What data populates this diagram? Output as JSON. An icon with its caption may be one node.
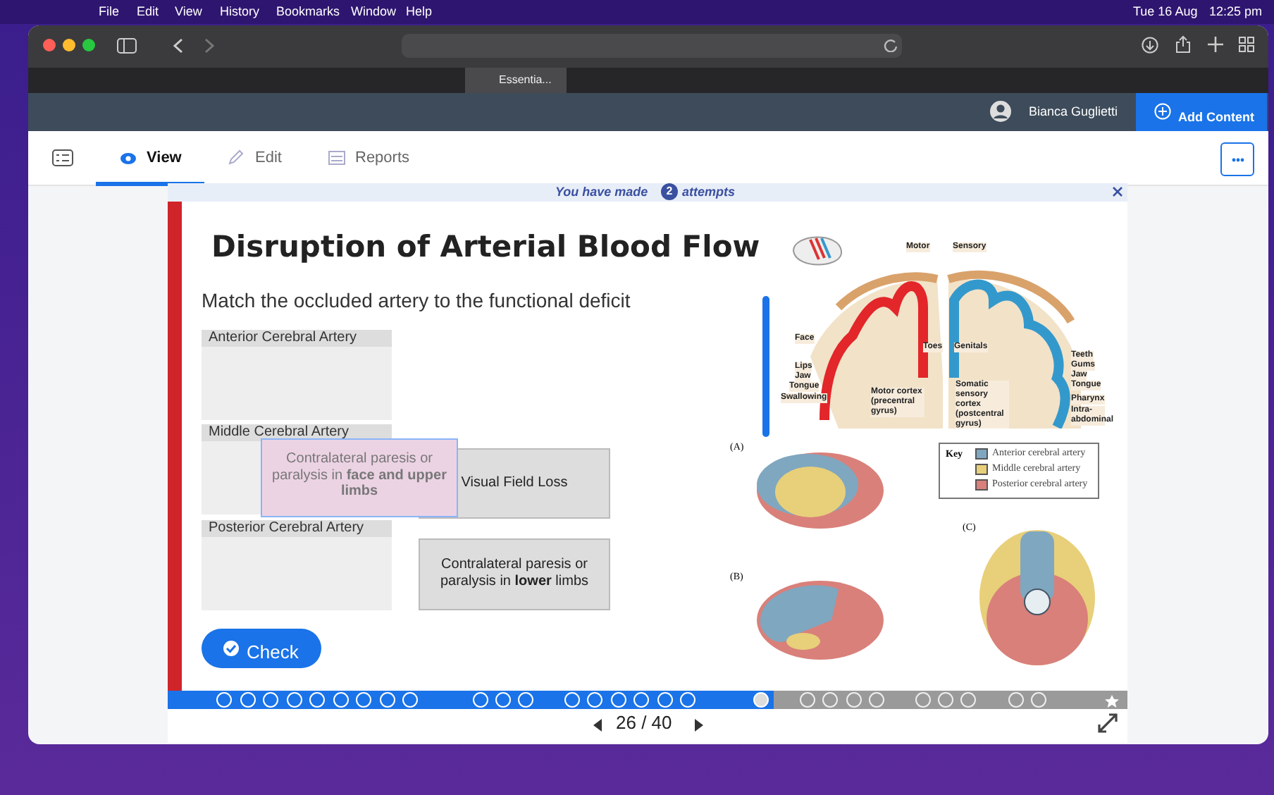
{
  "diagram": {
    "title": "Disruption of Arterial Blood Flow",
    "nodes": [
      {
        "text": [
          "Anterior Cerebral Artery"
        ]
      },
      {
        "text": [
          "Middle Cerebral Artery"
        ]
      },
      {
        "text": [
          "Posterior Cerebral Artery"
        ]
      }
    ],
    "labels": [
      "File",
      "Edit",
      "View",
      "History",
      "Bookmarks",
      "Window",
      "Help",
      "Tue 16 Aug",
      "12:25 pm",
      "Essentia...",
      "Bianca Guglietti",
      "Add Content",
      "View",
      "Edit",
      "Reports",
      "You have made",
      "2",
      "attempts",
      "Match the occluded artery to the functional deficit",
      "Contralateral paresis or paralysis in **face and upper limbs**",
      "Visual Field Loss",
      "Contralateral paresis or paralysis in **lower** limbs",
      "Check",
      "Motor",
      "Sensory",
      "Face",
      "Lips",
      "Jaw",
      "Tongue",
      "Swallowing",
      "Toes",
      "Genitals",
      "Motor cortex (precentral gyrus)",
      "Somatic sensory cortex (postcentral gyrus)",
      "Teeth",
      "Gums",
      "Jaw",
      "Tongue",
      "Pharynx",
      "Intra-abdominal",
      "(A)",
      "(B)",
      "(C)",
      "Key",
      "26 / 40"
    ],
    "legend": [
      {
        "text": "Anterior cerebral artery",
        "color": "#7fa7c0"
      },
      {
        "text": "Middle cerebral artery",
        "color": "#e8cf7a"
      },
      {
        "text": "Posterior cerebral artery",
        "color": "#d9807a"
      }
    ]
  }
}
